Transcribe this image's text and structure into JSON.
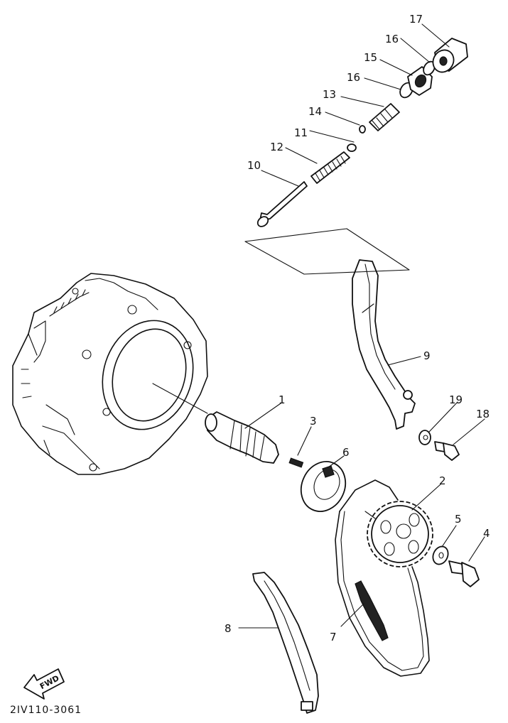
{
  "diagram": {
    "part_numbers": [
      "1",
      "2",
      "3",
      "4",
      "5",
      "6",
      "7",
      "8",
      "9",
      "10",
      "11",
      "12",
      "13",
      "14",
      "15",
      "16",
      "16",
      "17",
      "18",
      "19"
    ],
    "fwd_label": "FWD",
    "drawing_code": "2IV110-3061"
  }
}
